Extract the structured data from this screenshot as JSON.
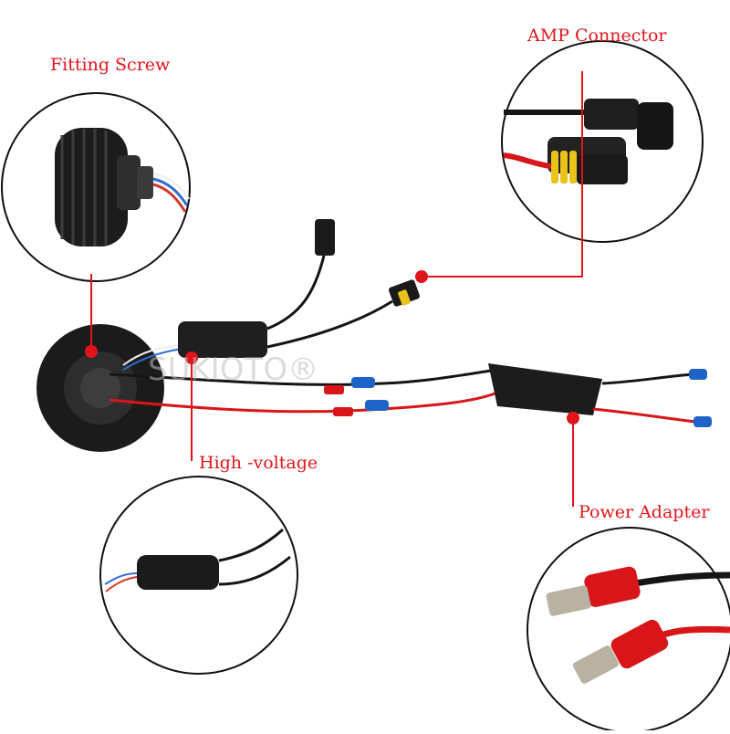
{
  "labels": {
    "fitting_screw": "Fitting Screw",
    "amp_connector": "AMP Connector",
    "high_voltage": "High -voltage",
    "power_adapter": "Power Adapter"
  },
  "watermark": "SUKIOTO®",
  "colors": {
    "label_text": "#e0151b",
    "callout_line": "#e0151b",
    "dot": "#e0151b",
    "cable_black": "#151515",
    "cable_red": "#d8161a",
    "terminal_blue": "#1e63c8",
    "connector_yellow": "#e9c21a",
    "housing_dark": "#2a2a2a"
  }
}
